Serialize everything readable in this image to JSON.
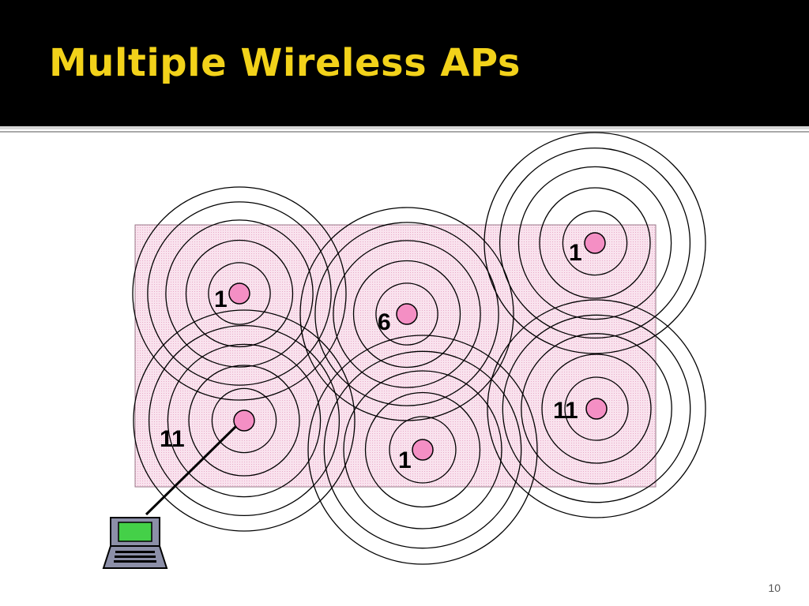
{
  "slide": {
    "title": "Multiple Wireless APs",
    "page_number": "10"
  },
  "colors": {
    "title_text": "#f2d21a",
    "title_background": "#000000",
    "coverage_area": "#f7d6e6",
    "access_point": "#f48fc4",
    "laptop_screen": "#44d048",
    "laptop_body": "#8c8fa8"
  },
  "icons": [
    "access-point-icon",
    "laptop-icon"
  ],
  "access_points": [
    {
      "channel": "1"
    },
    {
      "channel": "6"
    },
    {
      "channel": "1"
    },
    {
      "channel": "11"
    },
    {
      "channel": "1"
    },
    {
      "channel": "11"
    }
  ]
}
